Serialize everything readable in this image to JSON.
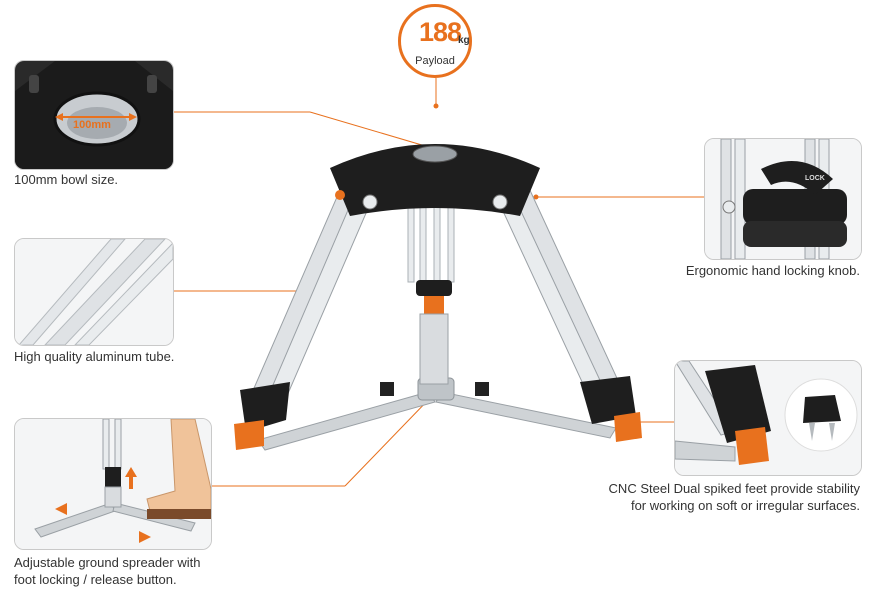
{
  "badge": {
    "value": "188",
    "unit": "kg",
    "label": "Payload"
  },
  "features": {
    "bowl": {
      "caption": "100mm bowl size.",
      "overlay": "100mm"
    },
    "tube": {
      "caption": "High quality aluminum tube."
    },
    "spreader": {
      "caption": "Adjustable ground spreader with\nfoot locking / release button."
    },
    "knob": {
      "caption": "Ergonomic hand locking knob.",
      "overlay": "LOCK"
    },
    "feet": {
      "caption": "CNC Steel Dual spiked feet provide stability\nfor working on soft or irregular surfaces."
    }
  },
  "colors": {
    "accent": "#e8711e",
    "leg_dark": "#1e1e1e",
    "aluminum": "#d6d9dc",
    "frame": "#c9c9c9"
  }
}
